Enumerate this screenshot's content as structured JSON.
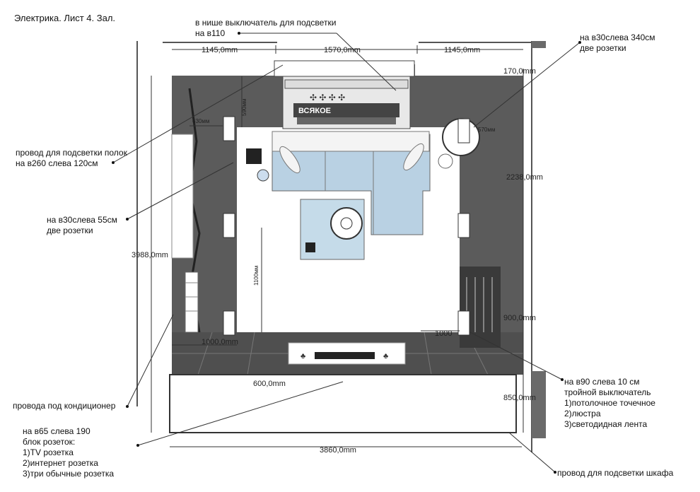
{
  "title": "Электрика. Лист 4. Зал.",
  "notes": {
    "niche_switch": "в нише выключатель для подсветки\nна в110",
    "right_sockets": "на в30слева 340см\nдве розетки",
    "shelf_light_wire": "провод для подсветки полок\nна в260 слева 120см",
    "left_sockets": "на в30слева 55см\nдве розетки",
    "ac_wires": "провода под кондиционер",
    "socket_block": "на в65 слева 190\nблок розеток:\n1)TV розетка\n2)интернет розетка\n3)три обычные розетка",
    "triple_switch": "на в90 слева 10 см\nтройной выключатель\n1)потолочное точечное\n2)люстра\n3)светодидная лента",
    "wardrobe_light_wire": "провод для подсветки шкафа"
  },
  "dimensions": {
    "top_left": "1145,0mm",
    "top_mid": "1570,0mm",
    "top_right": "1145,0mm",
    "right_top": "170,0mm",
    "right_upper": "2238,0mm",
    "right_mid": "900,0mm",
    "right_lower": "850,0mm",
    "left_total": "3988,0mm",
    "bottom_total": "3860,0mm",
    "mid_600": "600,0mm",
    "left_1000": "1000,0mm",
    "right_1000": "1000",
    "small_630": "630мм",
    "small_590": "590мм",
    "small_570": "570мм",
    "small_1100": "1100мм"
  },
  "tv_text": "ВСЯКОЕ"
}
